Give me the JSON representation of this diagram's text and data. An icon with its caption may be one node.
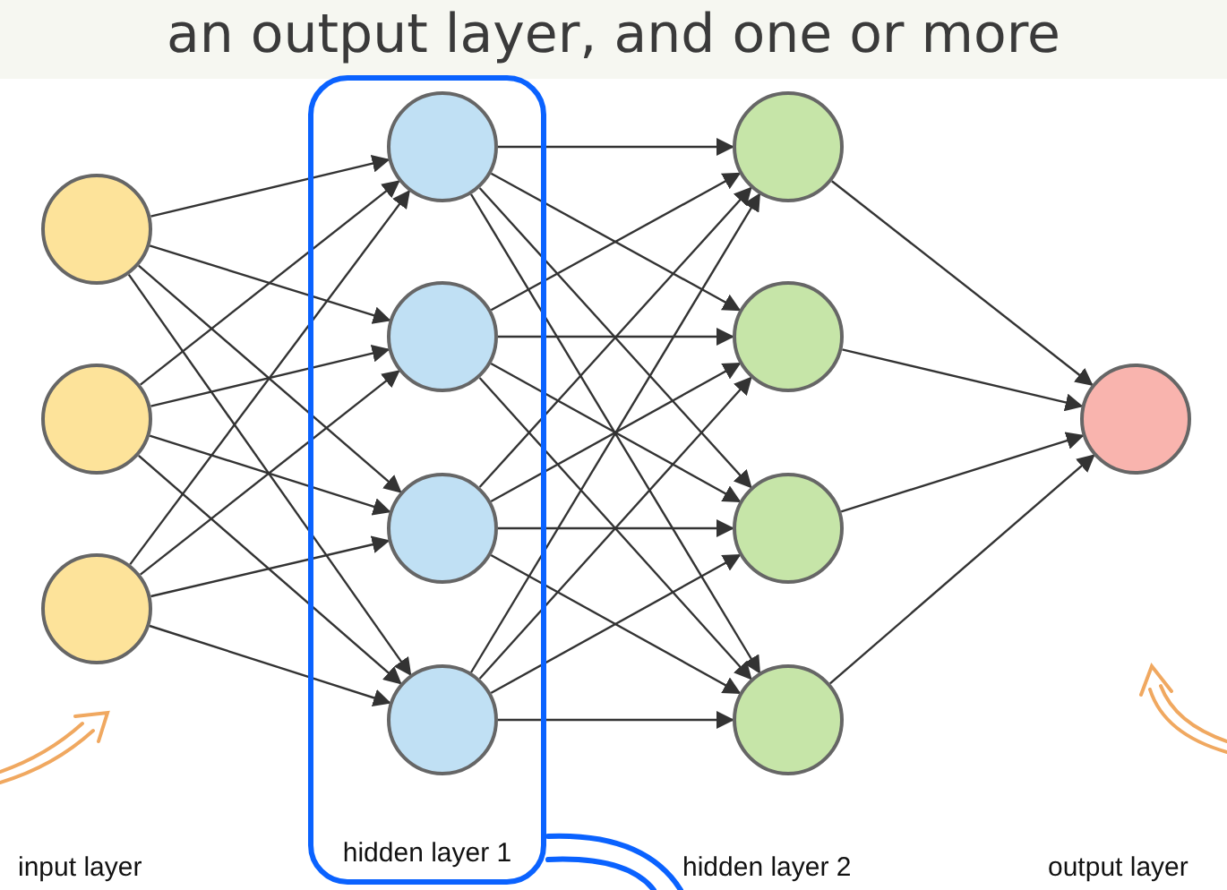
{
  "diagram": {
    "nodes": [
      {
        "text": [],
        "shape": "circle"
      },
      {
        "text": [],
        "shape": "circle"
      },
      {
        "text": [],
        "shape": "circle"
      },
      {
        "text": [
          "hidden layer 1"
        ]
      },
      {
        "text": [],
        "shape": "circle",
        "in": 3
      },
      {
        "text": [],
        "shape": "circle",
        "in": 3
      },
      {
        "text": [],
        "shape": "circle",
        "in": 3
      },
      {
        "text": [],
        "shape": "circle",
        "in": 3
      },
      {
        "text": [],
        "shape": "circle"
      },
      {
        "text": [],
        "shape": "circle"
      },
      {
        "text": [],
        "shape": "circle"
      },
      {
        "text": [],
        "shape": "circle"
      },
      {
        "text": [],
        "shape": "circle"
      }
    ],
    "edges": [
      {
        "from": 0,
        "to": 4,
        "arrow": "to"
      },
      {
        "from": 0,
        "to": 5,
        "arrow": "to"
      },
      {
        "from": 0,
        "to": 6,
        "arrow": "to"
      },
      {
        "from": 0,
        "to": 7,
        "arrow": "to"
      },
      {
        "from": 1,
        "to": 4,
        "arrow": "to"
      },
      {
        "from": 1,
        "to": 5,
        "arrow": "to"
      },
      {
        "from": 1,
        "to": 6,
        "arrow": "to"
      },
      {
        "from": 1,
        "to": 7,
        "arrow": "to"
      },
      {
        "from": 2,
        "to": 4,
        "arrow": "to"
      },
      {
        "from": 2,
        "to": 5,
        "arrow": "to"
      },
      {
        "from": 2,
        "to": 6,
        "arrow": "to"
      },
      {
        "from": 2,
        "to": 7,
        "arrow": "to"
      },
      {
        "from": 4,
        "to": 8,
        "arrow": "to"
      },
      {
        "from": 4,
        "to": 9,
        "arrow": "to"
      },
      {
        "from": 4,
        "to": 10,
        "arrow": "to"
      },
      {
        "from": 4,
        "to": 11,
        "arrow": "to"
      },
      {
        "from": 5,
        "to": 8,
        "arrow": "to"
      },
      {
        "from": 5,
        "to": 9,
        "arrow": "to"
      },
      {
        "from": 5,
        "to": 10,
        "arrow": "to"
      },
      {
        "from": 5,
        "to": 11,
        "arrow": "to"
      },
      {
        "from": 6,
        "to": 8,
        "arrow": "to"
      },
      {
        "from": 6,
        "to": 9,
        "arrow": "to"
      },
      {
        "from": 6,
        "to": 10,
        "arrow": "to"
      },
      {
        "from": 6,
        "to": 11,
        "arrow": "to"
      },
      {
        "from": 7,
        "to": 8,
        "arrow": "to"
      },
      {
        "from": 7,
        "to": 9,
        "arrow": "to"
      },
      {
        "from": 7,
        "to": 10,
        "arrow": "to"
      },
      {
        "from": 7,
        "to": 11,
        "arrow": "to"
      },
      {
        "from": 8,
        "to": 12,
        "arrow": "to"
      },
      {
        "from": 9,
        "to": 12,
        "arrow": "to"
      },
      {
        "from": 10,
        "to": 12,
        "arrow": "to"
      },
      {
        "from": 11,
        "to": 12,
        "arrow": "to"
      }
    ],
    "labels": [
      "an output layer, and one or more",
      "input layer",
      "hidden layer 2",
      "output layer"
    ]
  }
}
